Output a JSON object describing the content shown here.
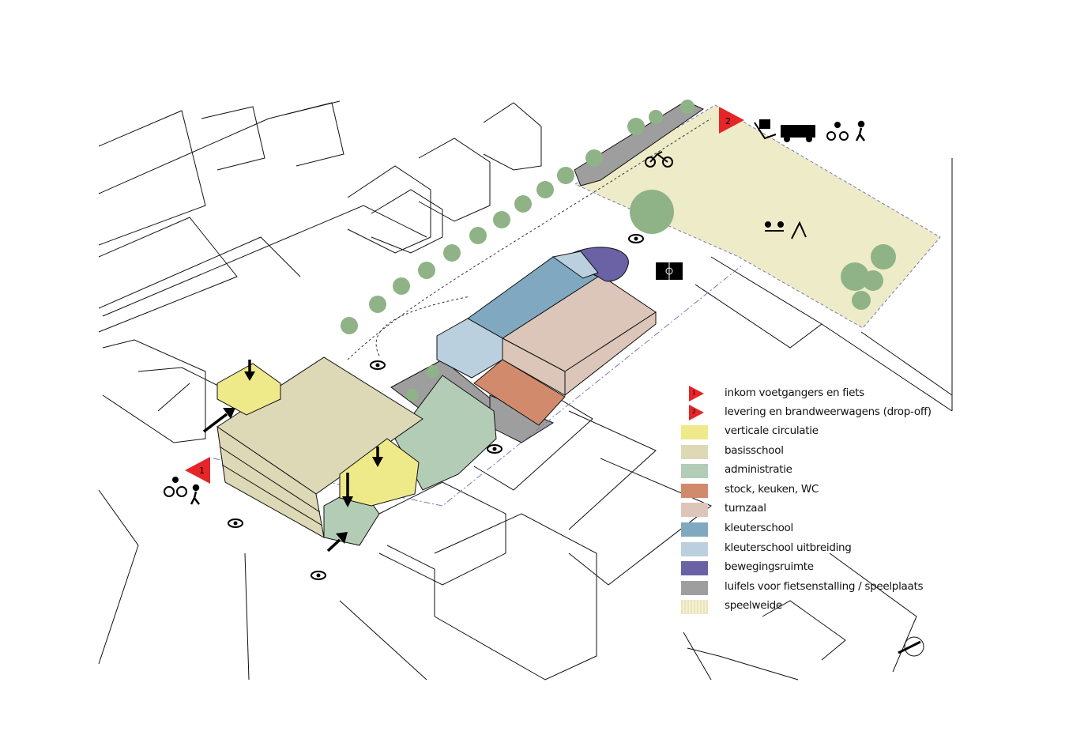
{
  "entrances": [
    {
      "number": "1",
      "label": "inkom voetgangers en fiets"
    },
    {
      "number": "2",
      "label": "levering en brandweerwagens (drop-off)"
    }
  ],
  "legend": [
    {
      "label": "verticale circulatie",
      "color": "#eeea8a"
    },
    {
      "label": "basisschool",
      "color": "#ddd8b6"
    },
    {
      "label": "administratie",
      "color": "#b3ccb6"
    },
    {
      "label": "stock, keuken, WC",
      "color": "#d18b6c"
    },
    {
      "label": "turnzaal",
      "color": "#dcc6b9"
    },
    {
      "label": "kleuterschool",
      "color": "#80a8c1"
    },
    {
      "label": "kleuterschool uitbreiding",
      "color": "#bad0de"
    },
    {
      "label": "bewegingsruimte",
      "color": "#6a62a4"
    },
    {
      "label": "luifels voor fietsenstalling / speelplaats",
      "color": "#9e9e9e"
    },
    {
      "label": "speelweide",
      "color": "#eeebc8"
    }
  ],
  "colors": {
    "entrance_marker": "#e52528",
    "tree": "#8fb387",
    "arrow": "#000000"
  }
}
